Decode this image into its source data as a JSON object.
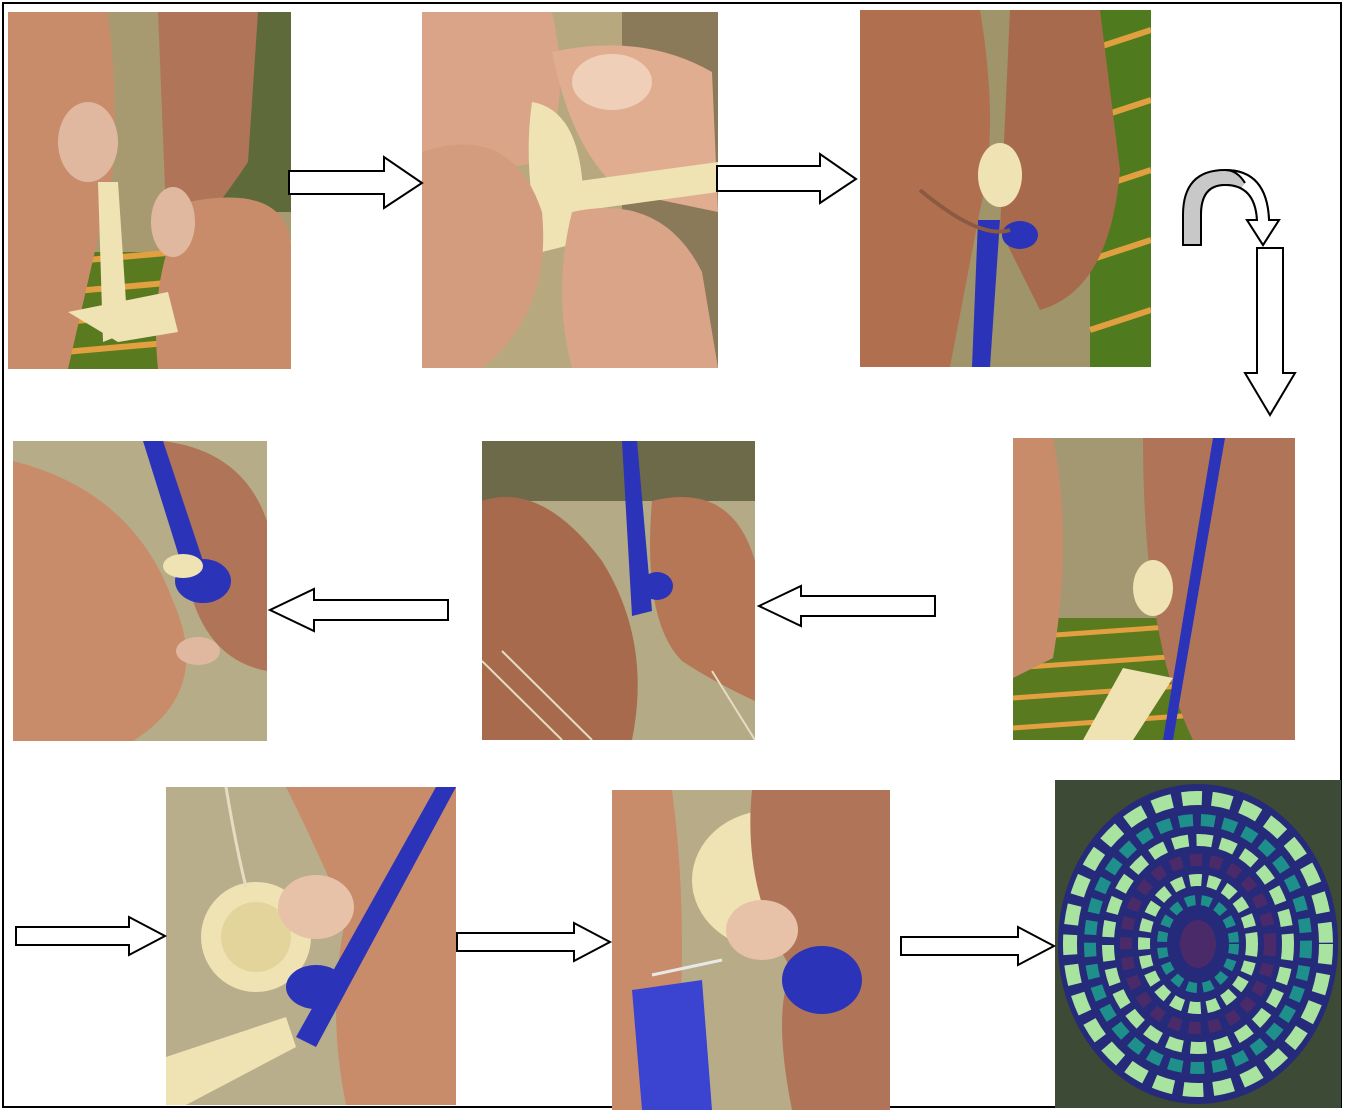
{
  "figure": {
    "steps": [
      {
        "id": 1,
        "icon": "hands-folding-palm-leaf-start-photo"
      },
      {
        "id": 2,
        "icon": "hands-pinching-coiled-leaf-photo"
      },
      {
        "id": 3,
        "icon": "hands-wrapping-blue-strip-photo"
      },
      {
        "id": 4,
        "icon": "hands-stitching-coil-with-blue-strip-photo"
      },
      {
        "id": 5,
        "icon": "hands-pulling-blue-strip-tight-photo"
      },
      {
        "id": 6,
        "icon": "hands-tucking-blue-strip-photo"
      },
      {
        "id": 7,
        "icon": "hands-holding-growing-coil-photo"
      },
      {
        "id": 8,
        "icon": "hands-piercing-coil-with-needle-photo"
      },
      {
        "id": 9,
        "icon": "finished-coiled-basket-photo"
      }
    ],
    "colors": {
      "border": "#000000",
      "skin": "#c98c6a",
      "skin_dark": "#8a5b42",
      "palm_leaf": "#efe3b4",
      "blue_strip": "#2b33b8",
      "fabric_green": "#5a7a20",
      "fabric_beige": "#c8b994",
      "basket_green": "#a9e3a0",
      "basket_teal": "#1e8f8a",
      "basket_navy": "#252a7a",
      "basket_purple": "#4b2a6a",
      "arrow_fill": "#ffffff",
      "curl_fill": "#c8c8c8"
    }
  }
}
